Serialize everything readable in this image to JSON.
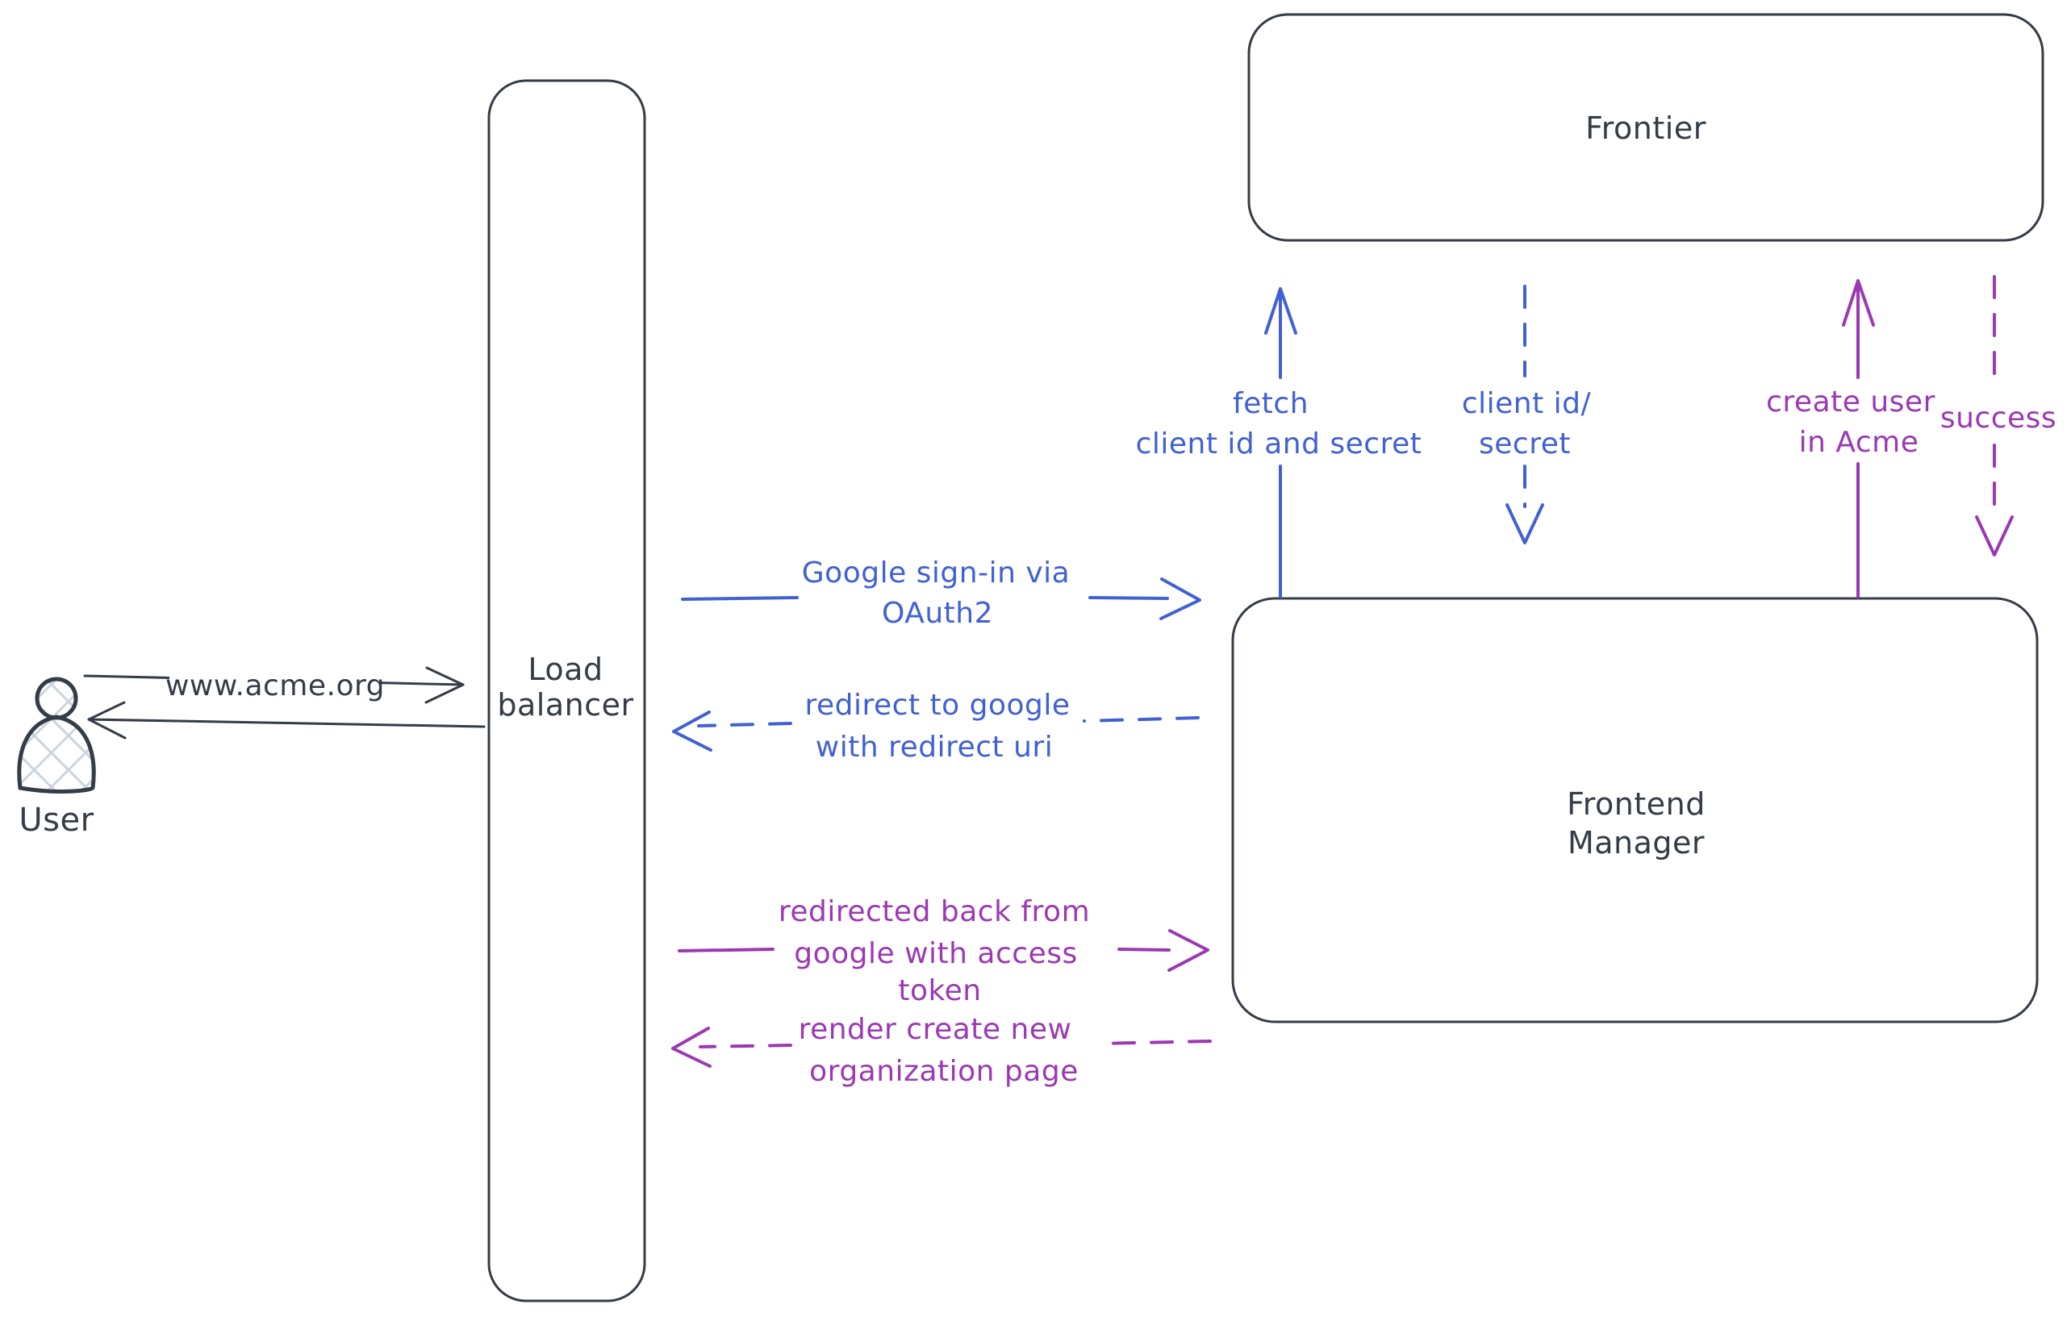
{
  "colors": {
    "ink": "#343c46",
    "blue": "#4161d2",
    "purple": "#9c38b4",
    "hatch": "#ccd5de",
    "background": "#ffffff"
  },
  "nodes": {
    "user": {
      "label": "User"
    },
    "load_balancer": {
      "line1": "Load",
      "line2": "balancer"
    },
    "frontier": {
      "label": "Frontier"
    },
    "frontend_manager": {
      "line1": "Frontend",
      "line2": "Manager"
    }
  },
  "edges": {
    "user_to_lb": {
      "label": "www.acme.org",
      "style": "solid",
      "color": "ink",
      "direction": "right"
    },
    "lb_to_user": {
      "style": "solid",
      "color": "ink",
      "direction": "left"
    },
    "google_signin": {
      "line1": "Google sign-in via",
      "line2": "OAuth2",
      "style": "solid",
      "color": "blue",
      "direction": "right"
    },
    "redirect_to_google": {
      "line1": "redirect to google",
      "line2": "with redirect uri",
      "style": "dashed",
      "color": "blue",
      "direction": "left"
    },
    "fetch_client": {
      "line1": "fetch",
      "line2": "client id and secret",
      "style": "solid",
      "color": "blue",
      "direction": "up"
    },
    "client_id_secret": {
      "line1": "client id/",
      "line2": "secret",
      "style": "dashed",
      "color": "blue",
      "direction": "down"
    },
    "create_user": {
      "line1": "create user",
      "line2": "in Acme",
      "style": "solid",
      "color": "purple",
      "direction": "up"
    },
    "success": {
      "label": "success",
      "style": "dashed",
      "color": "purple",
      "direction": "down"
    },
    "redirected_back": {
      "line1": "redirected back from",
      "line2": "google with access",
      "line3": "token",
      "style": "solid",
      "color": "purple",
      "direction": "right"
    },
    "render_org_page": {
      "line1": "render create new",
      "line2": "organization page",
      "style": "dashed",
      "color": "purple",
      "direction": "left"
    }
  }
}
